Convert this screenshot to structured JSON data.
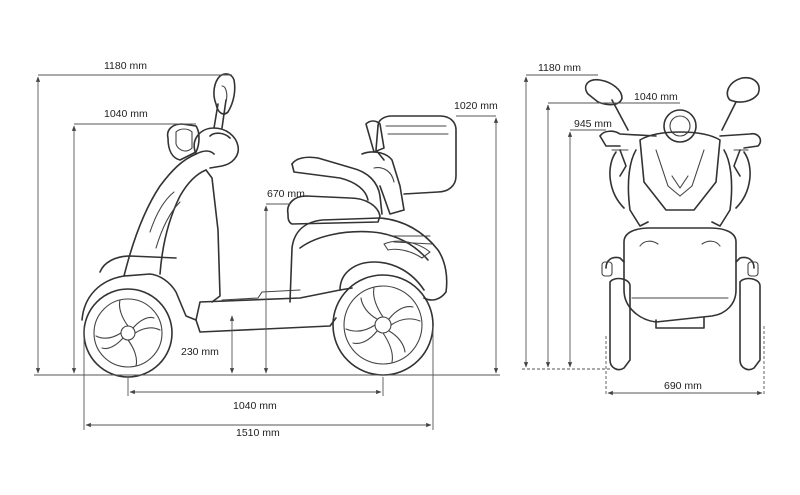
{
  "side_view": {
    "labels": {
      "total_height": "1180 mm",
      "mirror_height": "1040 mm",
      "seat_back_height": "1020 mm",
      "seat_height": "670 mm",
      "ground_clearance": "230 mm",
      "wheelbase": "1040 mm",
      "total_length": "1510 mm"
    }
  },
  "front_view": {
    "labels": {
      "total_height": "1180 mm",
      "mirror_width": "1040 mm",
      "body_height": "945 mm",
      "track_width": "690 mm"
    }
  }
}
